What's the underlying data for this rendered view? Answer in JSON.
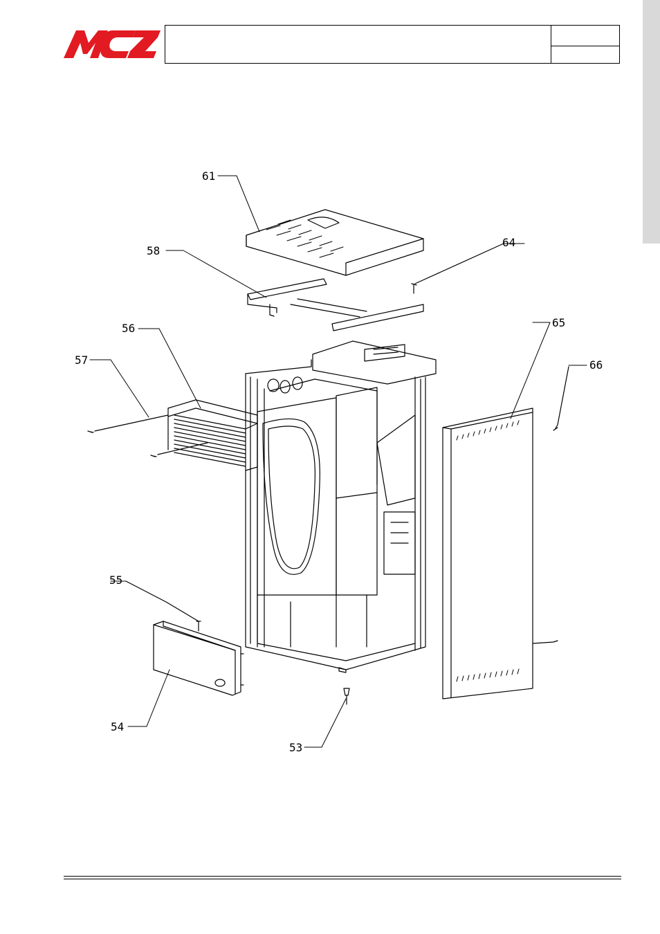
{
  "header": {
    "logo_text": "MCZ",
    "brand_color": "#e21a22"
  },
  "callouts": {
    "c61": "61",
    "c58": "58",
    "c64": "64",
    "c56": "56",
    "c57": "57",
    "c65": "65",
    "c66": "66",
    "c55": "55",
    "c54": "54",
    "c53": "53"
  }
}
